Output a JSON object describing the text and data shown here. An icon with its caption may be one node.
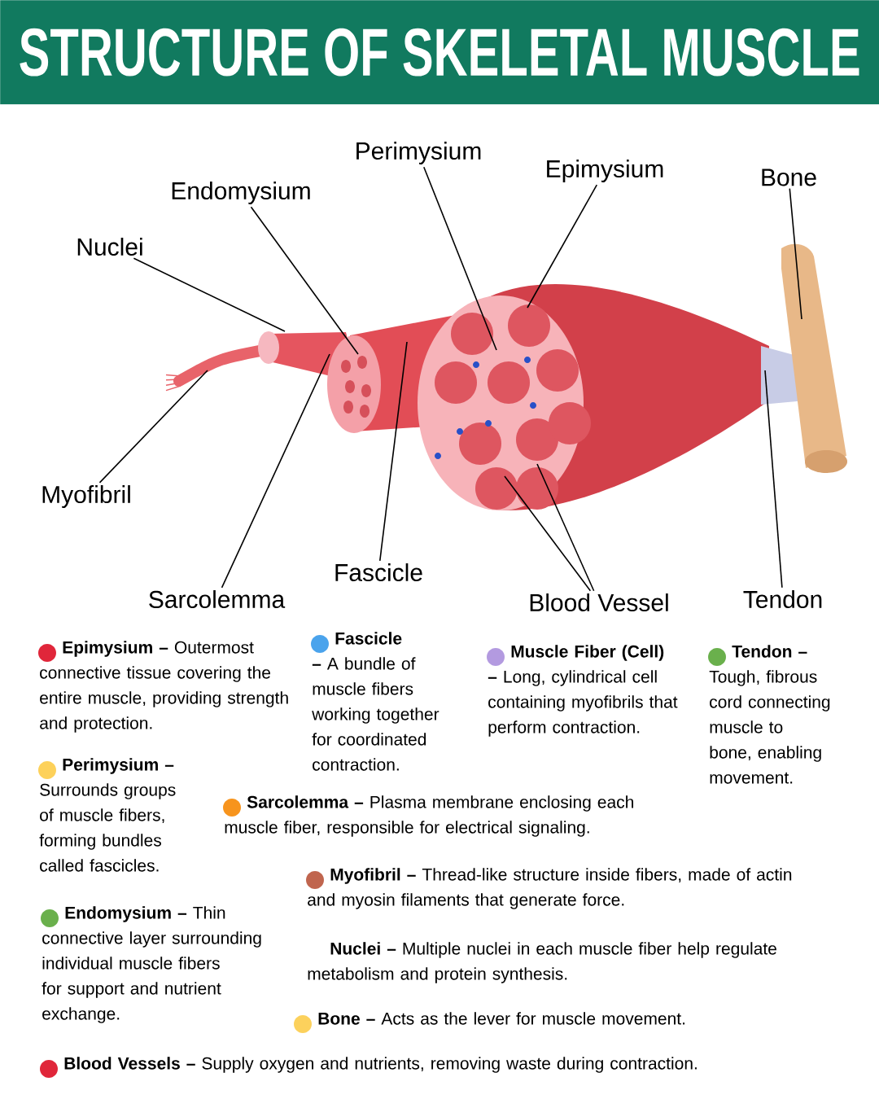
{
  "diagram": {
    "title": "STRUCTURE OF SKELETAL MUSCLE",
    "nodes": [
      {
        "text": [
          "Perimysium"
        ]
      },
      {
        "text": [
          "Endomysium"
        ]
      },
      {
        "text": [
          "Nuclei"
        ]
      },
      {
        "text": [
          "Epimysium"
        ]
      },
      {
        "text": [
          "Bone"
        ]
      },
      {
        "text": [
          "Myofibril"
        ]
      },
      {
        "text": [
          "Sarcolemma"
        ]
      },
      {
        "text": [
          "Fascicle"
        ]
      },
      {
        "text": [
          "Blood Vessel"
        ]
      },
      {
        "text": [
          "Tendon"
        ]
      }
    ],
    "edges": [
      {
        "from": 0,
        "to": null,
        "arrow": "none"
      },
      {
        "from": 1,
        "to": null,
        "arrow": "none"
      },
      {
        "from": 2,
        "to": null,
        "arrow": "none"
      },
      {
        "from": 3,
        "to": null,
        "arrow": "none"
      },
      {
        "from": 4,
        "to": null,
        "arrow": "none"
      },
      {
        "from": 5,
        "to": null,
        "arrow": "none"
      },
      {
        "from": 6,
        "to": null,
        "arrow": "none"
      },
      {
        "from": 7,
        "to": null,
        "arrow": "none"
      },
      {
        "from": 8,
        "to": null,
        "arrow": "none"
      },
      {
        "from": 8,
        "to": null,
        "arrow": "none"
      },
      {
        "from": 9,
        "to": null,
        "arrow": "none"
      }
    ],
    "labels": [
      "**Nuclei –** Multiple nuclei in each muscle fiber help regulate metabolism and protein synthesis."
    ],
    "legend": [
      {
        "text": "**Epimysium –** Outermost connective tissue covering the entire muscle, providing strength and protection.",
        "color": "#e0263a"
      },
      {
        "text": "**Perimysium –** Surrounds groups of muscle fibers, forming bundles called fascicles.",
        "color": "#fdd15a"
      },
      {
        "text": "**Endomysium –** Thin connective layer surrounding individual muscle fibers for support and nutrient exchange.",
        "color": "#6ab04c"
      },
      {
        "text": "**Fascicle –** A bundle of muscle fibers working together for coordinated contraction.",
        "color": "#4aa3ec"
      },
      {
        "text": "**Muscle Fiber (Cell) –** Long, cylindrical cell containing myofibrils that perform contraction.",
        "color": "#b39ae0"
      },
      {
        "text": "**Tendon –** Tough, fibrous cord connecting muscle to bone, enabling movement.",
        "color": "#6ab04c"
      },
      {
        "text": "**Sarcolemma –** Plasma membrane enclosing each muscle fiber, responsible for electrical signaling.",
        "color": "#f7941d"
      },
      {
        "text": "**Myofibril –** Thread-like structure inside fibers, made of actin and myosin filaments that generate force.",
        "color": "#c0654e"
      },
      {
        "text": "**Bone –** Acts as the lever for muscle movement.",
        "color": "#fcd15c"
      },
      {
        "text": "**Blood Vessels –** Supply oxygen and nutrients, removing waste during contraction.",
        "color": "#e0263a"
      }
    ]
  }
}
